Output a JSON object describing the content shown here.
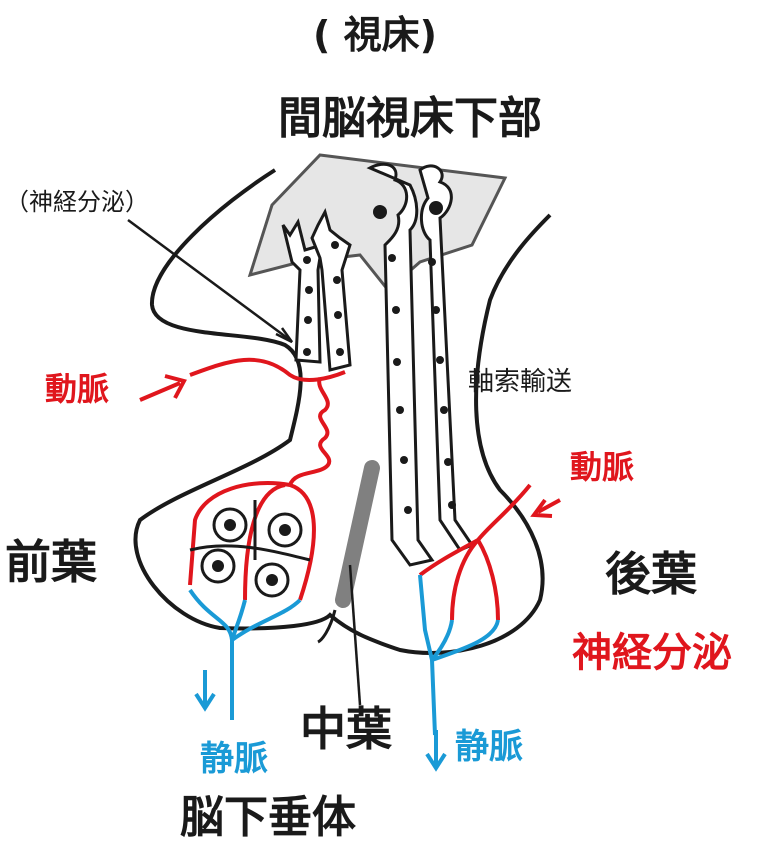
{
  "labels": {
    "top_paren": "( 視床)",
    "hypothalamus": "間脳視床下部",
    "neurosecretion_paren": "（神経分泌）",
    "artery_left": "動脈",
    "axon_transport": "軸索輸送",
    "artery_right": "動脈",
    "anterior_lobe": "前葉",
    "posterior_lobe": "後葉",
    "neurosecretion": "神経分泌",
    "middle_lobe": "中葉",
    "vein_left": "静脈",
    "vein_right": "静脈",
    "pituitary": "脳下垂体"
  },
  "colors": {
    "artery": "#e0161d",
    "vein": "#1a9ad6",
    "outline": "#1a1a1a",
    "hypothalamus_fill": "#e6e6e6",
    "middle_lobe_bar": "#808080"
  }
}
